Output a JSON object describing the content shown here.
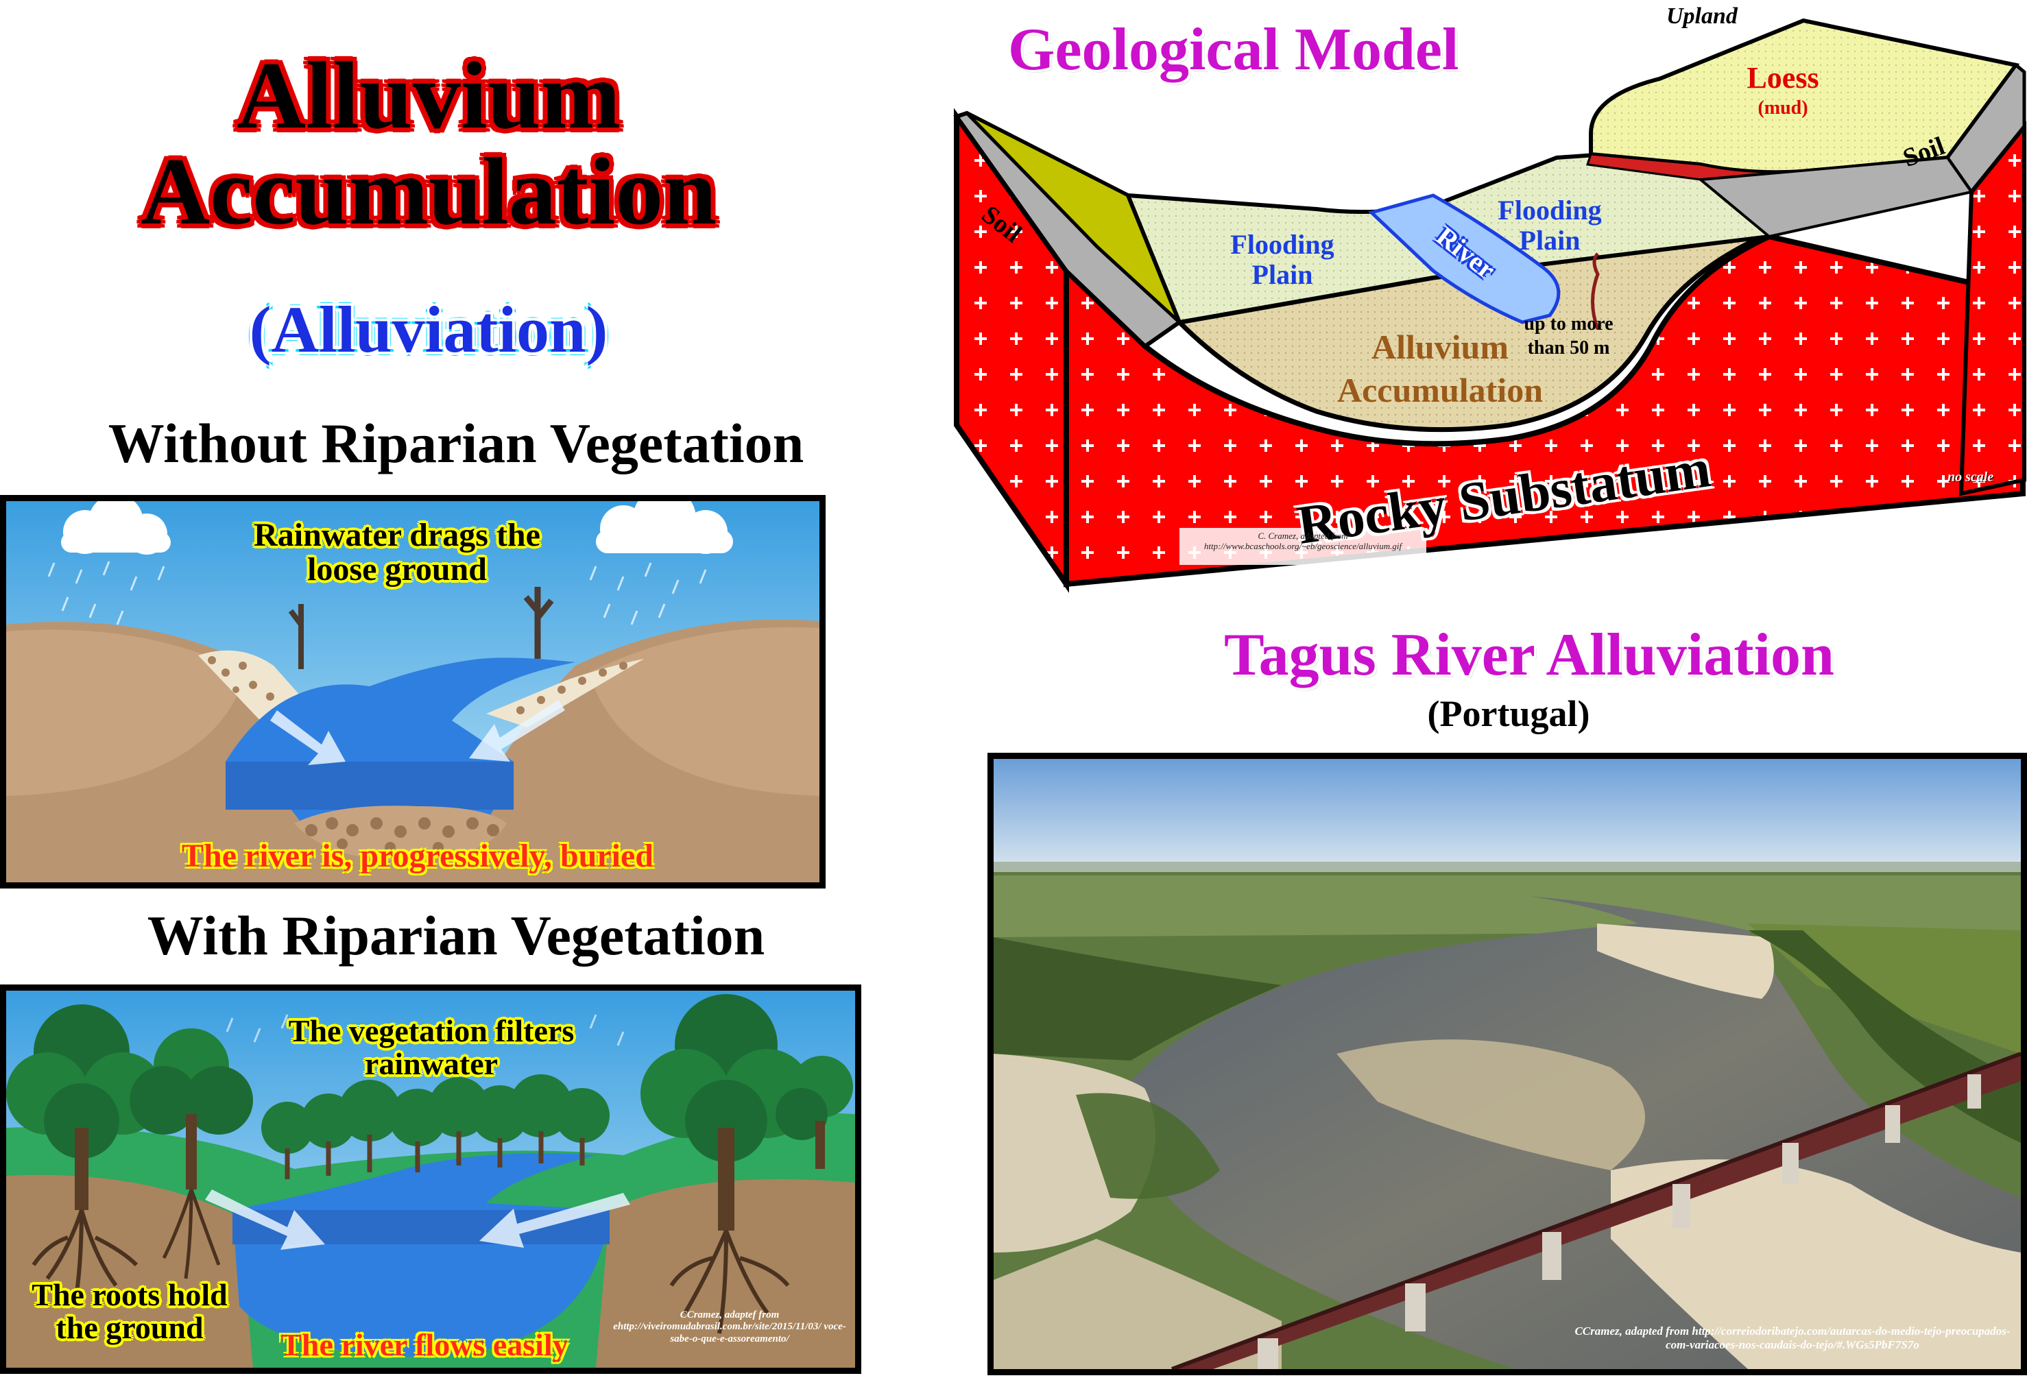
{
  "title": {
    "line1": "Alluvium",
    "line2": "Accumulation",
    "subtitle": "(Alluviation)"
  },
  "without_section": {
    "heading": "Without Riparian Vegetation",
    "caption_top": "Rainwater drags the loose ground",
    "caption_bottom": "The river is, progressively, buried"
  },
  "with_section": {
    "heading": "With Riparian Vegetation",
    "caption_top": "The vegetation filters rainwater",
    "caption_roots": "The roots hold the ground",
    "caption_bottom": "The river flows easily",
    "credit": "CCramez, adaptef from ehttp://viveiromudabrasil.com.br/site/2015/11/03/ voce-sabe-o-que-e-assoreamento/"
  },
  "geo_model": {
    "heading": "Geological Model",
    "upland": "Upland",
    "loess": "Loess",
    "loess_sub": "(mud)",
    "soil_left": "Soil",
    "soil_right": "Soil",
    "flood_left": "Flooding Plain",
    "flood_right": "Flooding Plain",
    "river": "River",
    "alluvium": "Alluvium Accumulation",
    "depth": "up to more than 50 m",
    "substratum": "Rocky Substatum",
    "no_scale": "no scale",
    "credit": "C. Cramez, adapted from http://www.bcaschools.org/~eb/geoscience/alluvium.gif"
  },
  "tagus": {
    "heading": "Tagus River Alluviation",
    "subheading": "(Portugal)",
    "credit": "CCramez, adapted from http://correiodoribatejo.com/autarcas-do-medio-tejo-preocupados- com-variacoes-nos-caudais-do-tejo/#.WGs5PbF7S7o"
  },
  "colors": {
    "title_outline": "#e00000",
    "subtitle": "#1a2fe0",
    "magenta_heading": "#cc11cc",
    "caption_highlight": "#ffff00",
    "substratum_red": "#ff0000",
    "loess_yellow": "#f2f5a8",
    "alluvium_tan": "#e3d6a8",
    "river_blue": "#2f7fe0"
  }
}
